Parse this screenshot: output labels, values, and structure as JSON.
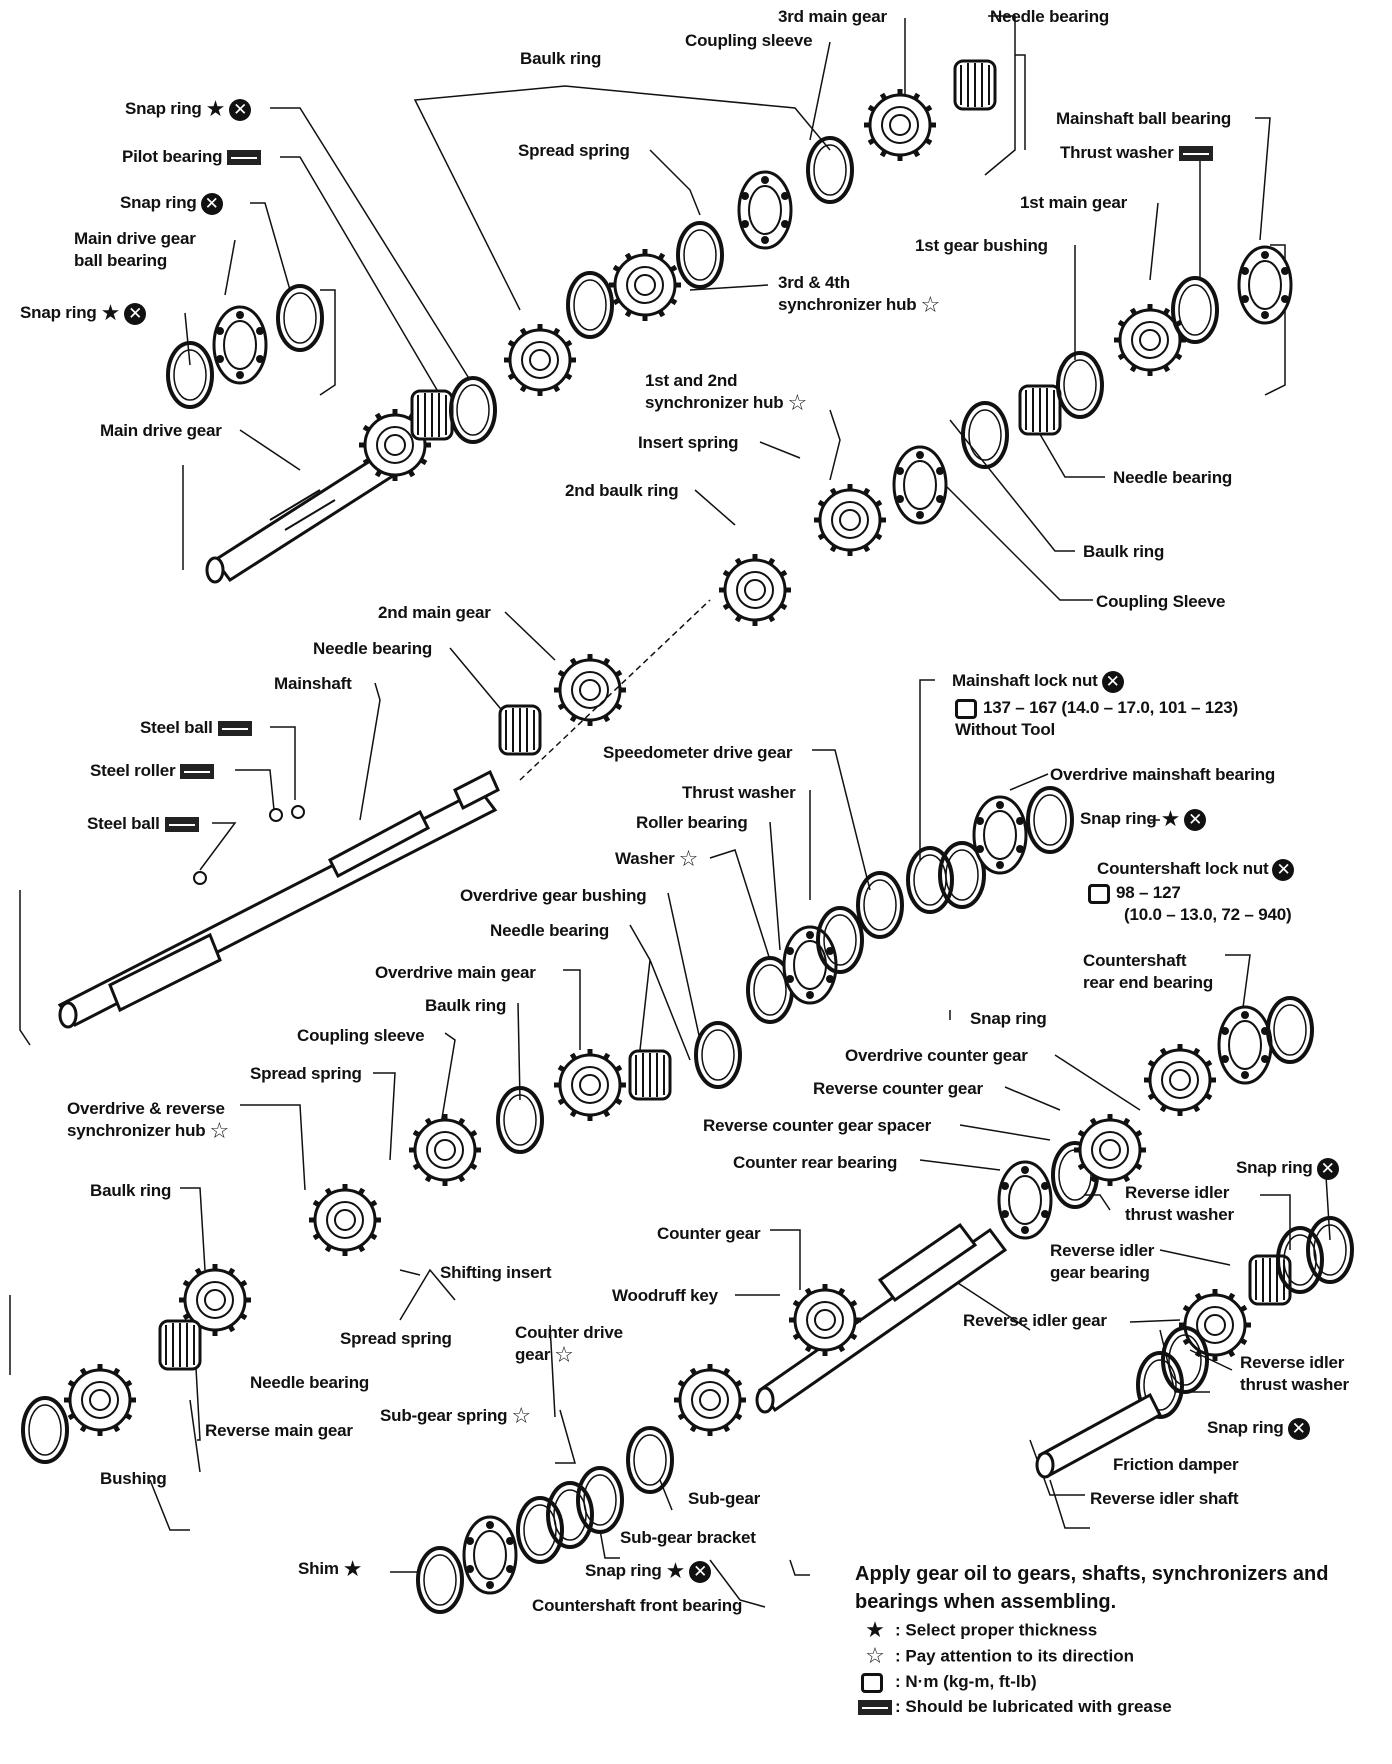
{
  "labels": [
    {
      "id": "baulk-ring-top",
      "lines": [
        "Baulk ring"
      ]
    },
    {
      "id": "3rd-main-gear",
      "lines": [
        "3rd main gear"
      ]
    },
    {
      "id": "needle-bearing-top",
      "lines": [
        "Needle bearing"
      ]
    },
    {
      "id": "coupling-sleeve-top",
      "lines": [
        "Coupling sleeve"
      ]
    },
    {
      "id": "snap-ring-1",
      "lines": [
        "Snap ring"
      ],
      "marks": [
        "star",
        "x"
      ]
    },
    {
      "id": "pilot-bearing",
      "lines": [
        "Pilot bearing"
      ],
      "marks": [
        "grease"
      ]
    },
    {
      "id": "spread-spring-top",
      "lines": [
        "Spread spring"
      ]
    },
    {
      "id": "snap-ring-2",
      "lines": [
        "Snap ring"
      ],
      "marks": [
        "x"
      ]
    },
    {
      "id": "main-drive-gear-ball-bearing",
      "lines": [
        "Main drive gear",
        "ball bearing"
      ]
    },
    {
      "id": "snap-ring-3",
      "lines": [
        "Snap ring"
      ],
      "marks": [
        "star",
        "x"
      ]
    },
    {
      "id": "main-drive-gear",
      "lines": [
        "Main drive gear"
      ]
    },
    {
      "id": "3rd-4th-sync-hub",
      "lines": [
        "3rd & 4th",
        "synchronizer hub"
      ],
      "marks": [
        "open-star"
      ]
    },
    {
      "id": "mainshaft-ball-bearing",
      "lines": [
        "Mainshaft ball bearing"
      ]
    },
    {
      "id": "thrust-washer-top",
      "lines": [
        "Thrust washer"
      ],
      "marks": [
        "grease"
      ]
    },
    {
      "id": "1st-main-gear",
      "lines": [
        "1st main gear"
      ]
    },
    {
      "id": "1st-gear-bushing",
      "lines": [
        "1st gear bushing"
      ]
    },
    {
      "id": "1st-2nd-sync-hub",
      "lines": [
        "1st and 2nd",
        "synchronizer hub"
      ],
      "marks": [
        "open-star"
      ]
    },
    {
      "id": "insert-spring",
      "lines": [
        "Insert spring"
      ]
    },
    {
      "id": "2nd-baulk-ring",
      "lines": [
        "2nd baulk ring"
      ]
    },
    {
      "id": "needle-bearing-right",
      "lines": [
        "Needle bearing"
      ]
    },
    {
      "id": "baulk-ring-right",
      "lines": [
        "Baulk ring"
      ]
    },
    {
      "id": "coupling-sleeve-right",
      "lines": [
        "Coupling Sleeve"
      ]
    },
    {
      "id": "2nd-main-gear",
      "lines": [
        "2nd main gear"
      ]
    },
    {
      "id": "needle-bearing-mid",
      "lines": [
        "Needle bearing"
      ]
    },
    {
      "id": "mainshaft",
      "lines": [
        "Mainshaft"
      ]
    },
    {
      "id": "steel-ball-1",
      "lines": [
        "Steel ball"
      ],
      "marks": [
        "grease"
      ]
    },
    {
      "id": "steel-roller",
      "lines": [
        "Steel roller"
      ],
      "marks": [
        "grease"
      ]
    },
    {
      "id": "steel-ball-2",
      "lines": [
        "Steel ball"
      ],
      "marks": [
        "grease"
      ]
    },
    {
      "id": "mainshaft-lock-nut",
      "lines": [
        "Mainshaft lock nut"
      ],
      "marks": [
        "x"
      ]
    },
    {
      "id": "speedometer-drive-gear",
      "lines": [
        "Speedometer drive gear"
      ]
    },
    {
      "id": "overdrive-mainshaft-bearing",
      "lines": [
        "Overdrive mainshaft bearing"
      ]
    },
    {
      "id": "thrust-washer-mid",
      "lines": [
        "Thrust washer"
      ]
    },
    {
      "id": "roller-bearing",
      "lines": [
        "Roller bearing"
      ]
    },
    {
      "id": "snap-ring-4",
      "lines": [
        "Snap ring"
      ],
      "marks": [
        "star",
        "x"
      ]
    },
    {
      "id": "washer",
      "lines": [
        "Washer"
      ],
      "marks": [
        "open-star"
      ]
    },
    {
      "id": "countershaft-lock-nut",
      "lines": [
        "Countershaft lock nut"
      ],
      "marks": [
        "x"
      ]
    },
    {
      "id": "overdrive-gear-bushing",
      "lines": [
        "Overdrive gear bushing"
      ]
    },
    {
      "id": "needle-bearing-od",
      "lines": [
        "Needle bearing"
      ]
    },
    {
      "id": "countershaft-rear-end-bearing",
      "lines": [
        "Countershaft",
        "rear end bearing"
      ]
    },
    {
      "id": "overdrive-main-gear",
      "lines": [
        "Overdrive main gear"
      ]
    },
    {
      "id": "snap-ring-5",
      "lines": [
        "Snap ring"
      ]
    },
    {
      "id": "baulk-ring-od",
      "lines": [
        "Baulk ring"
      ]
    },
    {
      "id": "coupling-sleeve-od",
      "lines": [
        "Coupling sleeve"
      ]
    },
    {
      "id": "overdrive-counter-gear",
      "lines": [
        "Overdrive counter gear"
      ]
    },
    {
      "id": "spread-spring-od",
      "lines": [
        "Spread spring"
      ]
    },
    {
      "id": "reverse-counter-gear",
      "lines": [
        "Reverse counter gear"
      ]
    },
    {
      "id": "od-reverse-sync-hub",
      "lines": [
        "Overdrive & reverse",
        "synchronizer hub"
      ],
      "marks": [
        "open-star"
      ]
    },
    {
      "id": "reverse-counter-gear-spacer",
      "lines": [
        "Reverse counter gear spacer"
      ]
    },
    {
      "id": "counter-rear-bearing",
      "lines": [
        "Counter rear bearing"
      ]
    },
    {
      "id": "snap-ring-6",
      "lines": [
        "Snap ring"
      ],
      "marks": [
        "x"
      ]
    },
    {
      "id": "baulk-ring-lower",
      "lines": [
        "Baulk ring"
      ]
    },
    {
      "id": "reverse-idler-thrust-washer-1",
      "lines": [
        "Reverse idler",
        "thrust washer"
      ]
    },
    {
      "id": "counter-gear",
      "lines": [
        "Counter gear"
      ]
    },
    {
      "id": "shifting-insert",
      "lines": [
        "Shifting insert"
      ]
    },
    {
      "id": "reverse-idler-gear-bearing",
      "lines": [
        "Reverse idler",
        "gear bearing"
      ]
    },
    {
      "id": "woodruff-key",
      "lines": [
        "Woodruff key"
      ]
    },
    {
      "id": "reverse-idler-gear",
      "lines": [
        "Reverse idler gear"
      ]
    },
    {
      "id": "counter-drive-gear",
      "lines": [
        "Counter drive",
        "gear"
      ],
      "marks": [
        "open-star"
      ]
    },
    {
      "id": "spread-spring-lower",
      "lines": [
        "Spread spring"
      ]
    },
    {
      "id": "reverse-idler-thrust-washer-2",
      "lines": [
        "Reverse idler",
        "thrust washer"
      ]
    },
    {
      "id": "needle-bearing-lower",
      "lines": [
        "Needle bearing"
      ]
    },
    {
      "id": "sub-gear-spring",
      "lines": [
        "Sub-gear spring"
      ],
      "marks": [
        "open-star"
      ]
    },
    {
      "id": "reverse-main-gear",
      "lines": [
        "Reverse main gear"
      ]
    },
    {
      "id": "snap-ring-7",
      "lines": [
        "Snap ring"
      ],
      "marks": [
        "x"
      ]
    },
    {
      "id": "friction-damper",
      "lines": [
        "Friction damper"
      ]
    },
    {
      "id": "bushing",
      "lines": [
        "Bushing"
      ]
    },
    {
      "id": "sub-gear",
      "lines": [
        "Sub-gear"
      ]
    },
    {
      "id": "reverse-idler-shaft",
      "lines": [
        "Reverse idler shaft"
      ]
    },
    {
      "id": "sub-gear-bracket",
      "lines": [
        "Sub-gear bracket"
      ]
    },
    {
      "id": "shim",
      "lines": [
        "Shim"
      ],
      "marks": [
        "star"
      ]
    },
    {
      "id": "snap-ring-8",
      "lines": [
        "Snap ring"
      ],
      "marks": [
        "star",
        "x"
      ]
    },
    {
      "id": "countershaft-front-bearing",
      "lines": [
        "Countershaft front bearing"
      ]
    }
  ],
  "torques": {
    "mainshaft": [
      "137 – 167 (14.0 – 17.0, 101 – 123)",
      "Without Tool"
    ],
    "countershaft": [
      "98 – 127",
      "(10.0 – 13.0, 72 – 940)"
    ]
  },
  "legend": {
    "note": "Apply gear oil to gears, shafts, synchronizers and bearings when assembling.",
    "items": [
      {
        "symbol": "star",
        "text": ": Select proper thickness"
      },
      {
        "symbol": "open-star",
        "text": ": Pay attention to its direction"
      },
      {
        "symbol": "wrench",
        "text": ": N·m (kg-m, ft-lb)"
      },
      {
        "symbol": "grease",
        "text": ": Should be lubricated with grease"
      }
    ]
  }
}
